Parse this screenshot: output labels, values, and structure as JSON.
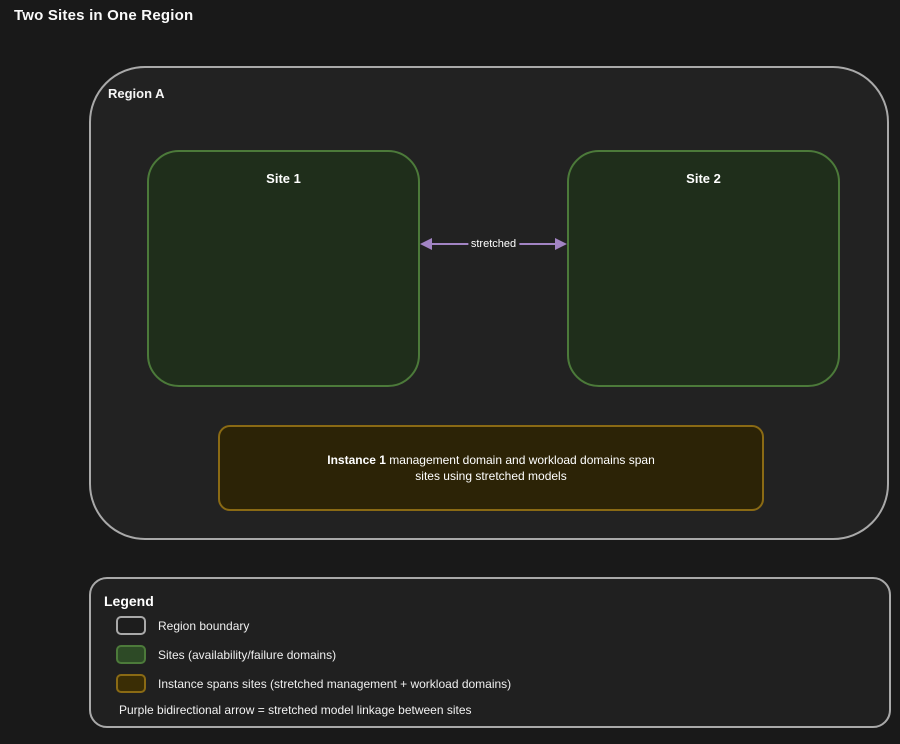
{
  "title": "Two Sites in One Region",
  "colors": {
    "page_bg": "#191919",
    "panel_fill": "#222222",
    "legend_fill": "#202020",
    "region_border": "#a9a9a9",
    "site_border": "#4c7a3a",
    "site_fill": "#1f2e1b",
    "instance_border": "#8a6a14",
    "instance_fill": "#2c2306",
    "arrow": "#a284c4",
    "text": "#ffffff"
  },
  "region": {
    "label": "Region A",
    "sites": [
      {
        "label": "Site 1"
      },
      {
        "label": "Site 2"
      }
    ],
    "arrow_label": "stretched",
    "instance": {
      "name": "Instance 1",
      "text_after_name": " management domain and workload domains span",
      "line2": "sites using stretched models"
    }
  },
  "legend": {
    "title": "Legend",
    "items": [
      {
        "label": "Region boundary",
        "swatch_border": "#a9a9a9",
        "swatch_fill": "#1d1d1d"
      },
      {
        "label": "Sites (availability/failure domains)",
        "swatch_border": "#4c7a3a",
        "swatch_fill": "#2d4a26"
      },
      {
        "label": "Instance spans sites (stretched management + workload domains)",
        "swatch_border": "#8a6a14",
        "swatch_fill": "#3a2d05"
      }
    ],
    "note": "Purple bidirectional arrow = stretched model linkage between sites"
  }
}
